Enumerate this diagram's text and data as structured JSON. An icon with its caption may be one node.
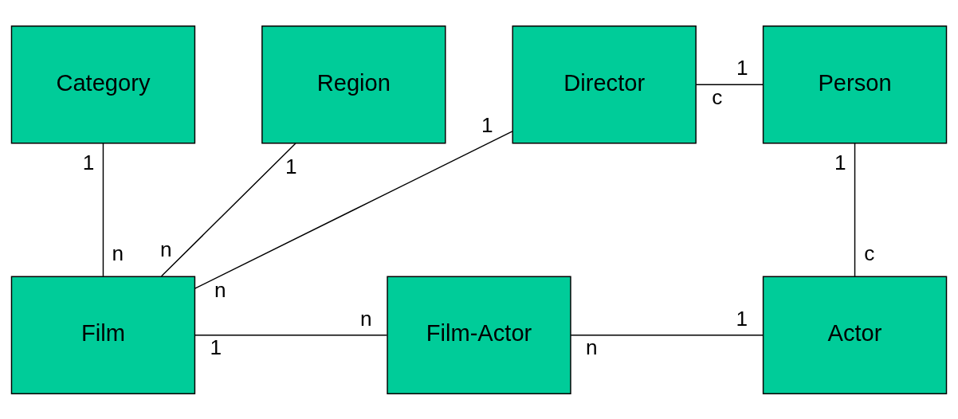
{
  "diagram": {
    "nodes": [
      {
        "text": [
          "Category"
        ]
      },
      {
        "text": [
          "Region"
        ]
      },
      {
        "text": [
          "Director"
        ]
      },
      {
        "text": [
          "Person"
        ]
      },
      {
        "text": [
          "Film"
        ]
      },
      {
        "text": [
          "Film-Actor"
        ]
      },
      {
        "text": [
          "Actor"
        ]
      }
    ],
    "edges": [
      {
        "from": 0,
        "to": 4,
        "arrow": "none"
      },
      {
        "from": 1,
        "to": 4,
        "arrow": "none"
      },
      {
        "from": 2,
        "to": 4,
        "arrow": "none"
      },
      {
        "from": 2,
        "to": 3,
        "arrow": "none"
      },
      {
        "from": 3,
        "to": 6,
        "arrow": "none"
      },
      {
        "from": 4,
        "to": 5,
        "arrow": "none"
      },
      {
        "from": 5,
        "to": 6,
        "arrow": "none"
      }
    ],
    "labels": [
      "c",
      "1",
      "1",
      "1",
      "1",
      "1",
      "n",
      "n",
      "n",
      "c",
      "1",
      "n",
      "n",
      "1"
    ]
  }
}
